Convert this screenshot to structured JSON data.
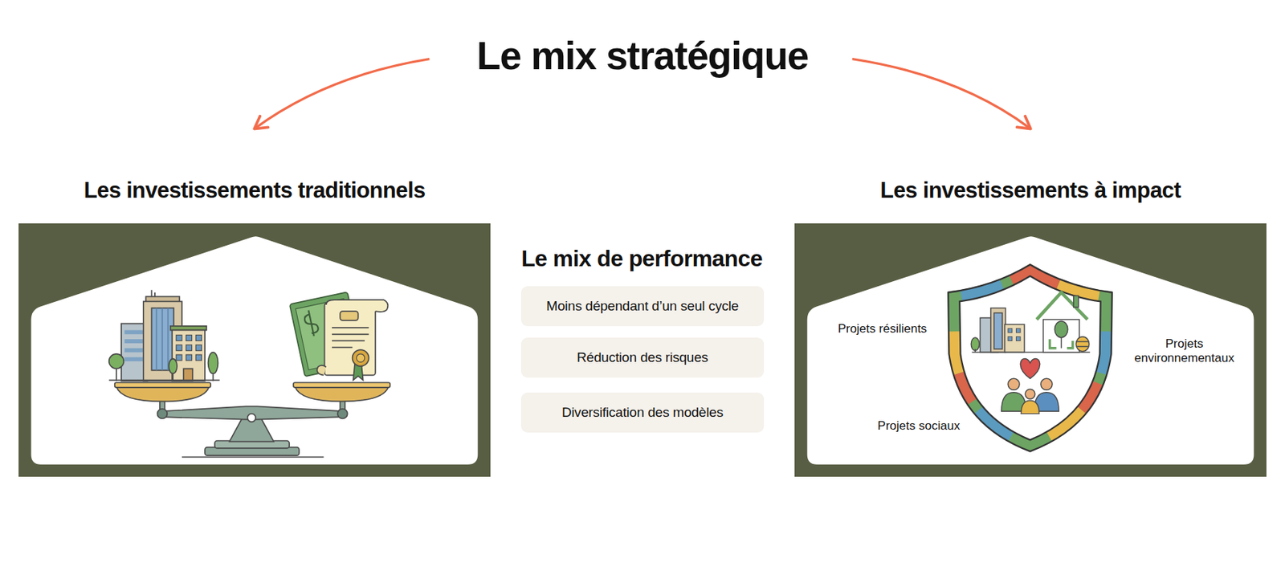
{
  "diagram": {
    "title": "Le mix stratégique",
    "nodes": [
      {
        "text": [
          "Les investissements traditionnels"
        ]
      },
      {
        "text": [
          "Moins dépendant d’un seul cycle"
        ]
      },
      {
        "text": [
          "Réduction des risques"
        ]
      },
      {
        "text": [
          "Diversification des modèles"
        ]
      },
      {
        "text": [
          "Les investissements à impact"
        ]
      }
    ],
    "labels": [
      "Le mix de performance",
      "Projets résilients",
      "Projets environnementaux",
      "Projets sociaux"
    ]
  }
}
